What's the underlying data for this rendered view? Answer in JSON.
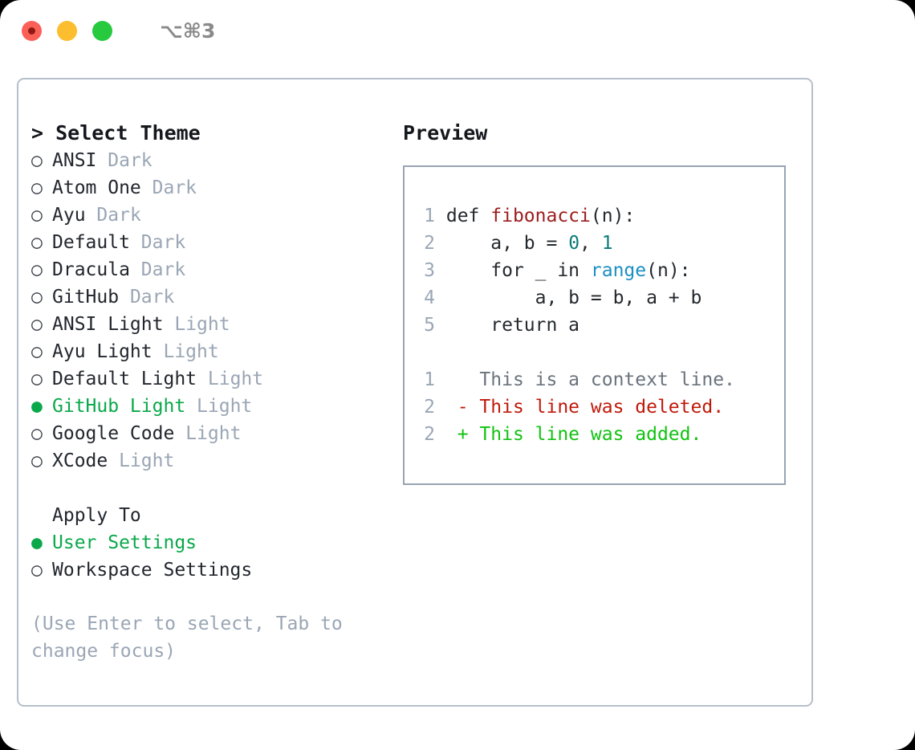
{
  "window": {
    "shortcut": "⌥⌘3",
    "traffic_lights": [
      "close-red",
      "minimize-yellow",
      "maximize-green"
    ]
  },
  "theme_picker": {
    "title": "> Select Theme",
    "items": [
      {
        "marker": "○",
        "name": "ANSI",
        "kind": "Dark",
        "selected": false
      },
      {
        "marker": "○",
        "name": "Atom One",
        "kind": "Dark",
        "selected": false
      },
      {
        "marker": "○",
        "name": "Ayu",
        "kind": "Dark",
        "selected": false
      },
      {
        "marker": "○",
        "name": "Default",
        "kind": "Dark",
        "selected": false
      },
      {
        "marker": "○",
        "name": "Dracula",
        "kind": "Dark",
        "selected": false
      },
      {
        "marker": "○",
        "name": "GitHub",
        "kind": "Dark",
        "selected": false
      },
      {
        "marker": "○",
        "name": "ANSI Light",
        "kind": "Light",
        "selected": false
      },
      {
        "marker": "○",
        "name": "Ayu Light",
        "kind": "Light",
        "selected": false
      },
      {
        "marker": "○",
        "name": "Default Light",
        "kind": "Light",
        "selected": false
      },
      {
        "marker": "●",
        "name": "GitHub Light",
        "kind": "Light",
        "selected": true
      },
      {
        "marker": "○",
        "name": "Google Code",
        "kind": "Light",
        "selected": false
      },
      {
        "marker": "○",
        "name": "XCode",
        "kind": "Light",
        "selected": false
      }
    ]
  },
  "apply_to": {
    "title": "Apply To",
    "options": [
      {
        "marker": "●",
        "label": "User Settings",
        "selected": true
      },
      {
        "marker": "○",
        "label": "Workspace Settings",
        "selected": false
      }
    ]
  },
  "hint": "(Use Enter to select, Tab to change focus)",
  "preview": {
    "title": "Preview",
    "code_lines": [
      {
        "number": "1",
        "segments": [
          {
            "text": "def ",
            "token": "plain"
          },
          {
            "text": "fibonacci",
            "token": "func"
          },
          {
            "text": "(n):",
            "token": "plain"
          }
        ]
      },
      {
        "number": "2",
        "segments": [
          {
            "text": "    a, b = ",
            "token": "plain"
          },
          {
            "text": "0",
            "token": "num"
          },
          {
            "text": ", ",
            "token": "plain"
          },
          {
            "text": "1",
            "token": "num"
          }
        ]
      },
      {
        "number": "3",
        "segments": [
          {
            "text": "    for _ in ",
            "token": "plain"
          },
          {
            "text": "range",
            "token": "blue"
          },
          {
            "text": "(n):",
            "token": "plain"
          }
        ]
      },
      {
        "number": "4",
        "segments": [
          {
            "text": "        a, b = b, a + b",
            "token": "plain"
          }
        ]
      },
      {
        "number": "5",
        "segments": [
          {
            "text": "    return a",
            "token": "plain"
          }
        ]
      }
    ],
    "diff_lines": [
      {
        "number": "1",
        "text": "   This is a context line.",
        "token": "ctx"
      },
      {
        "number": "2",
        "text": " - This line was deleted.",
        "token": "del"
      },
      {
        "number": "2",
        "text": " + This line was added.",
        "token": "add"
      }
    ]
  },
  "colors": {
    "accent_green": "#0aa84a",
    "muted": "#9aa6b5",
    "text": "#22262d",
    "border": "#b6bfcc",
    "preview_border": "#98a4b4",
    "syntax_function": "#9c1c1c",
    "syntax_number": "#0b7b78",
    "syntax_builtin": "#1c8fc4",
    "diff_deleted": "#c0190a",
    "diff_added": "#11c211"
  }
}
